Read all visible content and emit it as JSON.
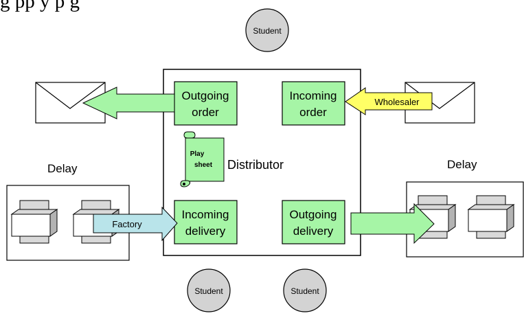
{
  "caption": "g    pp y       p        g",
  "diagram": {
    "center_label": "Distributor",
    "students": {
      "top": "Student",
      "bottom_left": "Student",
      "bottom_right": "Student"
    },
    "boxes": {
      "outgoing_order": [
        "Outgoing",
        "order"
      ],
      "incoming_order": [
        "Incoming",
        "order"
      ],
      "incoming_delivery": [
        "Incoming",
        "delivery"
      ],
      "outgoing_delivery": [
        "Outgoing",
        "delivery"
      ]
    },
    "play_sheet": [
      "Play",
      "sheet"
    ],
    "arrows": {
      "wholesaler": "Wholesaler",
      "factory": "Factory"
    },
    "delays": {
      "left": "Delay",
      "right": "Delay"
    },
    "colors": {
      "box_fill": "#a6f5a6",
      "wholesaler_fill": "#ffff66",
      "factory_fill": "#b9e4ea",
      "student_fill": "#d3d3d3",
      "truck_fill": "#d9d9d9"
    }
  }
}
